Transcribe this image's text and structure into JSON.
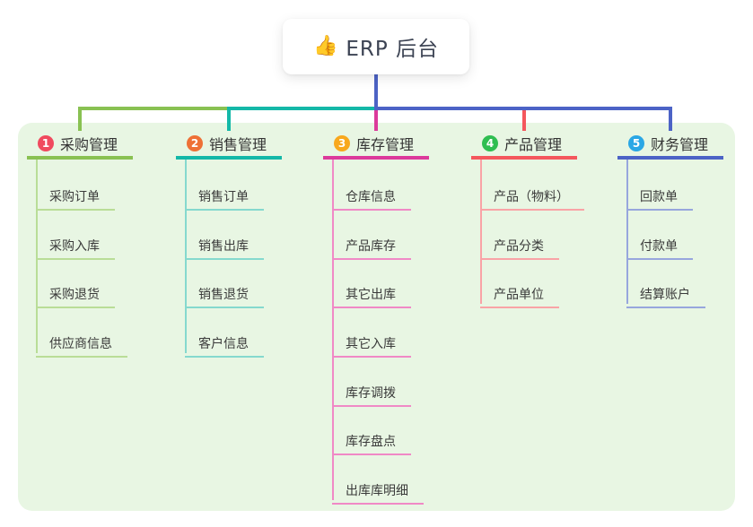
{
  "root": {
    "icon": "👍",
    "label": "ERP 后台"
  },
  "branches": [
    {
      "num": "1",
      "label": "采购管理",
      "badge_color": "#f04a5e",
      "line_color": "#89c152",
      "light_color": "#b9dd97",
      "children": [
        "采购订单",
        "采购入库",
        "采购退货",
        "供应商信息"
      ]
    },
    {
      "num": "2",
      "label": "销售管理",
      "badge_color": "#ee7036",
      "line_color": "#14b8a8",
      "light_color": "#85d9ce",
      "children": [
        "销售订单",
        "销售出库",
        "销售退货",
        "客户信息"
      ]
    },
    {
      "num": "3",
      "label": "库存管理",
      "badge_color": "#f8a81d",
      "line_color": "#dc3a9b",
      "light_color": "#f089c6",
      "children": [
        "仓库信息",
        "产品库存",
        "其它出库",
        "其它入库",
        "库存调拨",
        "库存盘点",
        "出库库明细"
      ]
    },
    {
      "num": "4",
      "label": "产品管理",
      "badge_color": "#2fbe51",
      "line_color": "#f4575d",
      "light_color": "#f9a3a6",
      "children": [
        "产品（物料）",
        "产品分类",
        "产品单位"
      ]
    },
    {
      "num": "5",
      "label": "财务管理",
      "badge_color": "#2aa7e5",
      "line_color": "#4c63c6",
      "light_color": "#97a6dd",
      "children": [
        "回款单",
        "付款单",
        "结算账户"
      ]
    }
  ],
  "colors": {
    "canvas_bg": "#ffffff",
    "panel_bg": "#e8f6e3",
    "root_stem": "#4d63c5",
    "root_text": "#3c4353",
    "branch_text": "#333333",
    "child_text": "#3a3a3a"
  }
}
